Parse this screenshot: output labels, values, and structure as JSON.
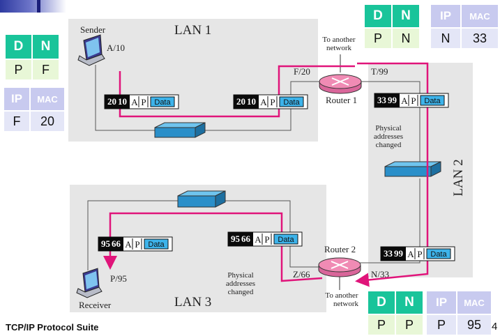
{
  "lan_labels": {
    "lan1": "LAN 1",
    "lan2": "LAN 2",
    "lan3": "LAN 3"
  },
  "stations": {
    "sender": {
      "name": "Sender",
      "address": "A/10"
    },
    "receiver": {
      "name": "Receiver",
      "address": "P/95"
    }
  },
  "routers": {
    "router1": {
      "name": "Router 1",
      "left_port": "F/20",
      "right_port": "T/99",
      "note": "To another network"
    },
    "router2": {
      "name": "Router 2",
      "left_port": "Z/66",
      "right_port": "N/33",
      "note": "To another network"
    }
  },
  "frames": [
    {
      "dst_mac": "20",
      "src_mac": "10",
      "dst_ip": "A",
      "src_ip": "P",
      "payload": "Data"
    },
    {
      "dst_mac": "20",
      "src_mac": "10",
      "dst_ip": "A",
      "src_ip": "P",
      "payload": "Data"
    },
    {
      "dst_mac": "33",
      "src_mac": "99",
      "dst_ip": "A",
      "src_ip": "P",
      "payload": "Data"
    },
    {
      "dst_mac": "33",
      "src_mac": "99",
      "dst_ip": "A",
      "src_ip": "P",
      "payload": "Data"
    },
    {
      "dst_mac": "95",
      "src_mac": "66",
      "dst_ip": "A",
      "src_ip": "P",
      "payload": "Data"
    },
    {
      "dst_mac": "95",
      "src_mac": "66",
      "dst_ip": "A",
      "src_ip": "P",
      "payload": "Data"
    }
  ],
  "annotations": {
    "changed_top": [
      "Physical",
      "addresses",
      "changed"
    ],
    "changed_bottom": [
      "Physical",
      "addresses",
      "changed"
    ]
  },
  "tables": {
    "left_dn": {
      "h1": "D",
      "h2": "N",
      "v1": "P",
      "v2": "F"
    },
    "left_ipmac": {
      "h1": "IP",
      "h2": "MAC",
      "v1": "F",
      "v2": "20"
    },
    "top_dn": {
      "h1": "D",
      "h2": "N",
      "v1": "P",
      "v2": "N"
    },
    "top_ipmac": {
      "h1": "IP",
      "h2": "MAC",
      "v1": "N",
      "v2": "33"
    },
    "bottom_dn": {
      "h1": "D",
      "h2": "N",
      "v1": "P",
      "v2": "P"
    },
    "bottom_ipmac": {
      "h1": "IP",
      "h2": "MAC",
      "v1": "P",
      "v2": "95"
    }
  },
  "footer": {
    "text": "TCP/IP Protocol Suite",
    "page": "4"
  },
  "colors": {
    "path": "#e0147a",
    "lan_bg": "#e6e6e6",
    "data_box": "#3db3ea",
    "hub": "#2a8fc9",
    "router": "#f08bb4"
  }
}
